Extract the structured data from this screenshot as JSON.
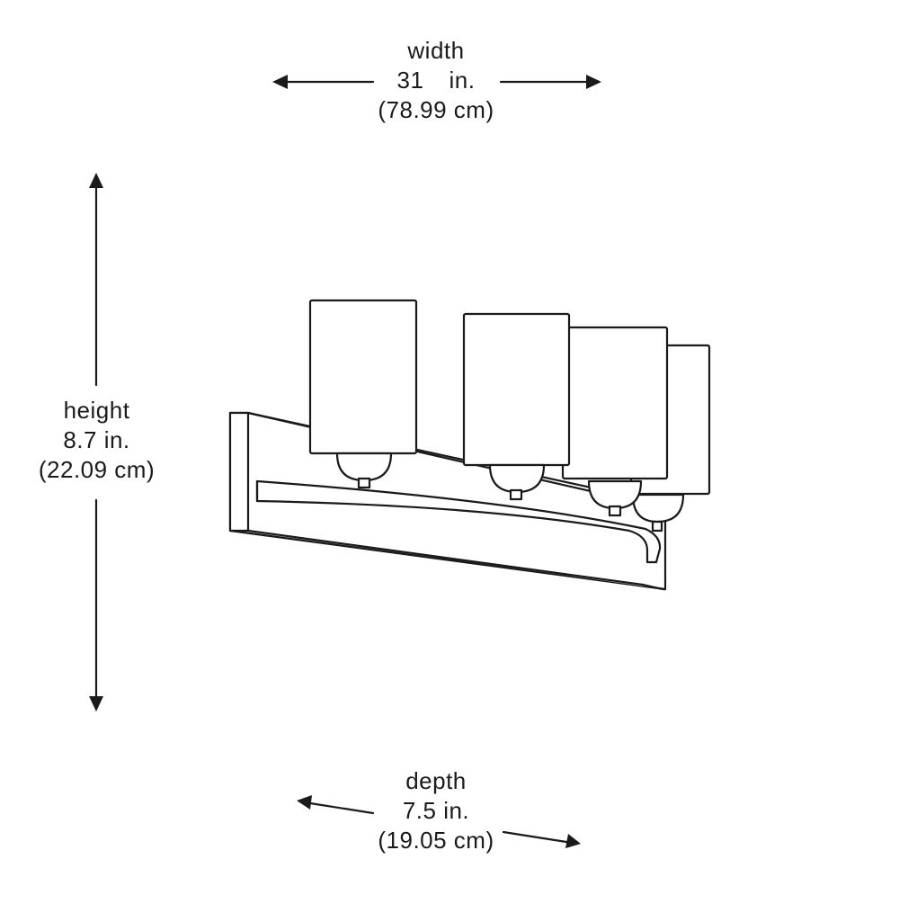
{
  "dimensions": {
    "width": {
      "label": "width",
      "value": "31",
      "unit": "in.",
      "metric": "(78.99 cm)"
    },
    "height": {
      "label": "height",
      "value": "8.7 in.",
      "metric": "(22.09 cm)"
    },
    "depth": {
      "label": "depth",
      "value": "7.5 in.",
      "metric": "(19.05 cm)"
    }
  },
  "colors": {
    "line": "#1a1a1a",
    "background": "#ffffff"
  }
}
